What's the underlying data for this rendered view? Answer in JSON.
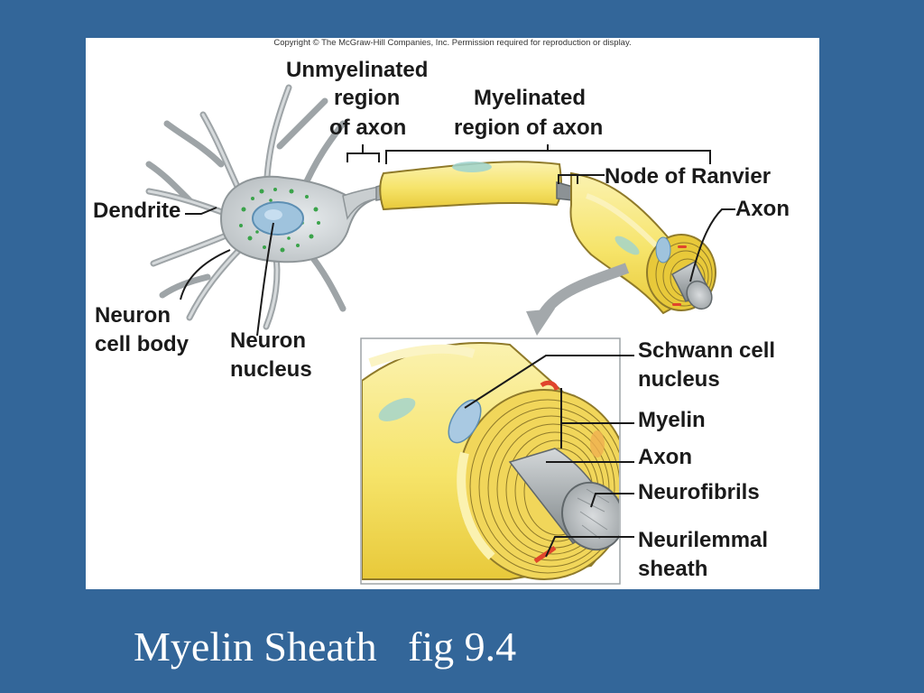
{
  "slide": {
    "caption": "Myelin Sheath   fig 9.4"
  },
  "figure": {
    "copyright": "Copyright © The McGraw-Hill Companies, Inc. Permission required for reproduction or display.",
    "labels": {
      "unmyelinated_1": "Unmyelinated",
      "unmyelinated_2": "region",
      "unmyelinated_3": "of axon",
      "myelinated_1": "Myelinated",
      "myelinated_2": "region of axon",
      "node_of_ranvier": "Node of Ranvier",
      "axon_top": "Axon",
      "dendrite": "Dendrite",
      "cell_body_1": "Neuron",
      "cell_body_2": "cell body",
      "nucleus_1": "Neuron",
      "nucleus_2": "nucleus",
      "schwann_1": "Schwann cell",
      "schwann_2": "nucleus",
      "myelin": "Myelin",
      "axon_inset": "Axon",
      "neurofibrils": "Neurofibrils",
      "neurilemmal_1": "Neurilemmal",
      "neurilemmal_2": "sheath"
    },
    "colors": {
      "background": "#336699",
      "myelin_yellow": "#f5e36a",
      "myelin_light": "#fbf2b0",
      "axon_gray": "#9aa0a3",
      "neuron_gray": "#c9ced0",
      "nucleus_blue": "#9fc3dd",
      "accent_red": "#e0452c",
      "granule_green": "#3aa34a"
    }
  }
}
